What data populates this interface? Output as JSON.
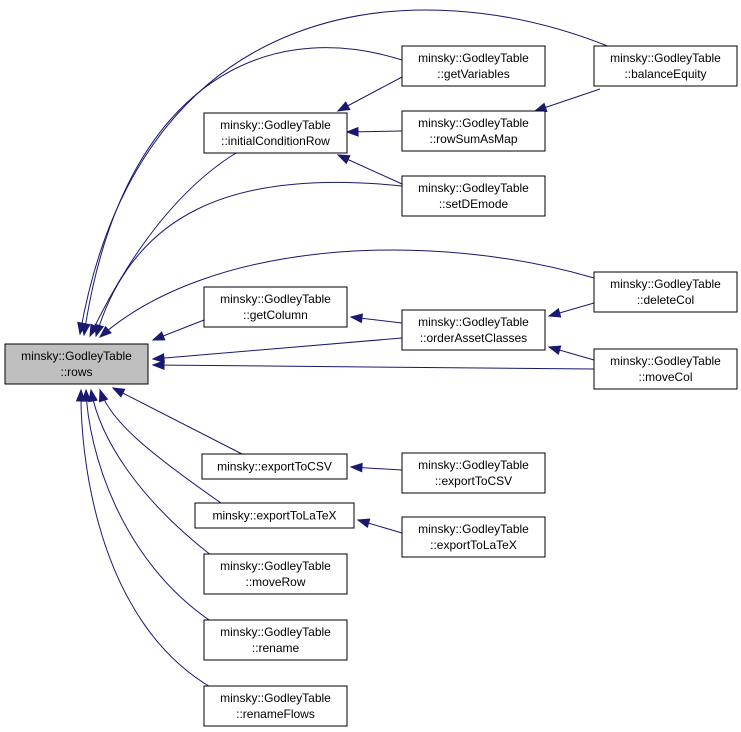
{
  "colors": {
    "edge": "#191970",
    "node_border": "#000000",
    "node_fill": "#ffffff",
    "root_fill": "#bfbfbf",
    "text": "#000000"
  },
  "nodes": {
    "rows": {
      "line1": "minsky::GodleyTable",
      "line2": "::rows",
      "root": true
    },
    "initialConditionRow": {
      "line1": "minsky::GodleyTable",
      "line2": "::initialConditionRow"
    },
    "getColumn": {
      "line1": "minsky::GodleyTable",
      "line2": "::getColumn"
    },
    "exportToCSV_fn": {
      "line1": "minsky::exportToCSV",
      "line2": ""
    },
    "exportToLaTeX_fn": {
      "line1": "minsky::exportToLaTeX",
      "line2": ""
    },
    "moveRow": {
      "line1": "minsky::GodleyTable",
      "line2": "::moveRow"
    },
    "rename": {
      "line1": "minsky::GodleyTable",
      "line2": "::rename"
    },
    "renameFlows": {
      "line1": "minsky::GodleyTable",
      "line2": "::renameFlows"
    },
    "getVariables": {
      "line1": "minsky::GodleyTable",
      "line2": "::getVariables"
    },
    "rowSumAsMap": {
      "line1": "minsky::GodleyTable",
      "line2": "::rowSumAsMap"
    },
    "setDEmode": {
      "line1": "minsky::GodleyTable",
      "line2": "::setDEmode"
    },
    "orderAssetClasses": {
      "line1": "minsky::GodleyTable",
      "line2": "::orderAssetClasses"
    },
    "exportToCSV_m": {
      "line1": "minsky::GodleyTable",
      "line2": "::exportToCSV"
    },
    "exportToLaTeX_m": {
      "line1": "minsky::GodleyTable",
      "line2": "::exportToLaTeX"
    },
    "balanceEquity": {
      "line1": "minsky::GodleyTable",
      "line2": "::balanceEquity"
    },
    "deleteCol": {
      "line1": "minsky::GodleyTable",
      "line2": "::deleteCol"
    },
    "moveCol": {
      "line1": "minsky::GodleyTable",
      "line2": "::moveCol"
    }
  },
  "edges": [
    {
      "from": "balanceEquity",
      "to": "rows"
    },
    {
      "from": "getVariables",
      "to": "rows"
    },
    {
      "from": "getVariables",
      "to": "initialConditionRow"
    },
    {
      "from": "initialConditionRow",
      "to": "rows"
    },
    {
      "from": "rowSumAsMap",
      "to": "initialConditionRow"
    },
    {
      "from": "balanceEquity",
      "to": "rowSumAsMap"
    },
    {
      "from": "setDEmode",
      "to": "initialConditionRow"
    },
    {
      "from": "setDEmode",
      "to": "rows"
    },
    {
      "from": "deleteCol",
      "to": "rows"
    },
    {
      "from": "getColumn",
      "to": "rows"
    },
    {
      "from": "orderAssetClasses",
      "to": "getColumn"
    },
    {
      "from": "orderAssetClasses",
      "to": "rows"
    },
    {
      "from": "deleteCol",
      "to": "orderAssetClasses"
    },
    {
      "from": "moveCol",
      "to": "orderAssetClasses"
    },
    {
      "from": "moveCol",
      "to": "rows"
    },
    {
      "from": "exportToCSV_fn",
      "to": "rows"
    },
    {
      "from": "exportToCSV_m",
      "to": "exportToCSV_fn"
    },
    {
      "from": "exportToLaTeX_fn",
      "to": "rows"
    },
    {
      "from": "exportToLaTeX_m",
      "to": "exportToLaTeX_fn"
    },
    {
      "from": "moveRow",
      "to": "rows"
    },
    {
      "from": "rename",
      "to": "rows"
    },
    {
      "from": "renameFlows",
      "to": "rows"
    }
  ]
}
